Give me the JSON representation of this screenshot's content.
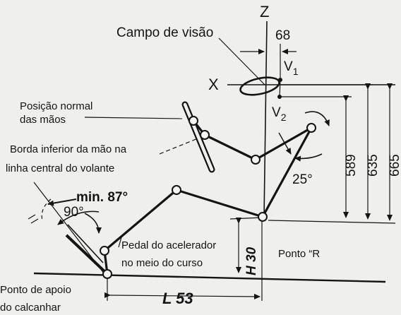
{
  "labels": {
    "z_axis": "Z",
    "x_axis": "X",
    "field_of_view": "Campo de visão",
    "dim_68": "68",
    "v1": "V",
    "v1_sub": "1",
    "v2": "V",
    "v2_sub": "2",
    "hands_line1": "Posição normal",
    "hands_line2": "das mãos",
    "edge_line1": "Borda inferior da mão na",
    "edge_line2": "linha central do volante",
    "min_angle": "min. 87°",
    "angle_90": "90°",
    "angle_25": "25°",
    "pedal_line1": "Pedal do acelerador",
    "pedal_line2": "no meio do curso",
    "h30": "H 30",
    "point_r": "Ponto “R",
    "heel_line1": "Ponto de apoio",
    "heel_line2": "do calcanhar",
    "l53": "L 53",
    "dim_589": "589",
    "dim_635": "635",
    "dim_665": "665"
  }
}
